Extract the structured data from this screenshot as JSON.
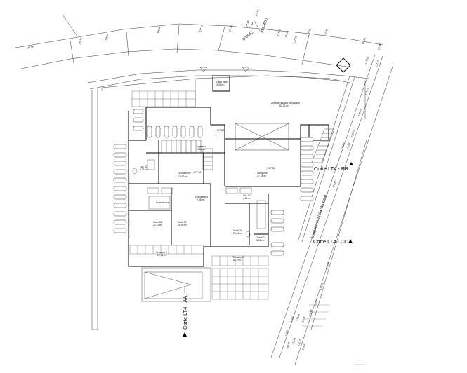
{
  "elevations": [
    {
      "id": "e1",
      "text": "176,56"
    },
    {
      "id": "e2",
      "text": "176,54"
    },
    {
      "id": "e3",
      "text": "176,67"
    },
    {
      "id": "e4",
      "text": "176,86"
    },
    {
      "id": "e5",
      "text": "177,15"
    },
    {
      "id": "e6",
      "text": "177,33"
    },
    {
      "id": "e7",
      "text": "177,48"
    },
    {
      "id": "e8",
      "text": "177,50"
    },
    {
      "id": "e9",
      "text": "177,61"
    },
    {
      "id": "e10",
      "text": "177,52"
    },
    {
      "id": "e11",
      "text": "177,71"
    },
    {
      "id": "e12",
      "text": "177,76"
    },
    {
      "id": "e13",
      "text": "177,79"
    },
    {
      "id": "e14",
      "text": "177,86"
    },
    {
      "id": "e15",
      "text": "177,82"
    },
    {
      "id": "e16",
      "text": "177,83"
    },
    {
      "id": "e17",
      "text": "177,42"
    },
    {
      "id": "e18",
      "text": "177,12"
    },
    {
      "id": "e19",
      "text": "176,29"
    },
    {
      "id": "e20",
      "text": "176,73"
    },
    {
      "id": "e21",
      "text": "176,52"
    },
    {
      "id": "e22",
      "text": "176,52"
    },
    {
      "id": "e23",
      "text": "176,50"
    },
    {
      "id": "e24",
      "text": "176,35"
    },
    {
      "id": "e25",
      "text": "176,19"
    },
    {
      "id": "e26",
      "text": "172,4"
    },
    {
      "id": "e27",
      "text": "172,58"
    },
    {
      "id": "e28",
      "text": "172,61"
    },
    {
      "id": "e29",
      "text": "172,56"
    },
    {
      "id": "e30",
      "text": "172,51"
    },
    {
      "id": "e31",
      "text": "172,52"
    },
    {
      "id": "e32",
      "text": "172,63"
    },
    {
      "id": "e33",
      "text": "170,24"
    },
    {
      "id": "e34",
      "text": "169,92"
    },
    {
      "id": "e35",
      "text": "172,71"
    }
  ],
  "parcel_labels": [
    {
      "id": "p1",
      "text": "3822600"
    },
    {
      "id": "p2",
      "text": "000055"
    },
    {
      "id": "p3",
      "text": "0"
    }
  ],
  "rooms": [
    {
      "id": "r1",
      "name": "Casa Vela",
      "area": "4,30 m²"
    },
    {
      "id": "r2",
      "name": "Zona terrazzata circostante",
      "area": "52,31 m²"
    },
    {
      "id": "r3",
      "name": "Circolazione",
      "area": "19,52 m²"
    },
    {
      "id": "r4",
      "name": "Ingresso",
      "area": "9,81 m²"
    },
    {
      "id": "r5",
      "name": "Lav. 02",
      "area": "2,31 m²"
    },
    {
      "id": "r6",
      "name": "Disimpegno",
      "area": "2,55 m²"
    },
    {
      "id": "r7",
      "name": "Giorgione",
      "area": "37,16 m²"
    },
    {
      "id": "r8",
      "name": "Lav. 01",
      "area": "4,81 m²"
    },
    {
      "id": "r9",
      "name": "Guardaroba",
      "area": ""
    },
    {
      "id": "r10",
      "name": "Suite 03",
      "area": "22,11 m²"
    },
    {
      "id": "r11",
      "name": "Suite 02",
      "area": "18,95 m²"
    },
    {
      "id": "r12",
      "name": "Suite 01",
      "area": "20,91 m²"
    },
    {
      "id": "r13",
      "name": "Closet 01",
      "area": "3,01 m²"
    },
    {
      "id": "r14",
      "name": "Terrazzo 1",
      "area": "12,01 m²"
    },
    {
      "id": "r15",
      "name": "Terrazzo 2",
      "area": "8,72 m²"
    }
  ],
  "levels": [
    {
      "id": "l1",
      "text": "+177,50"
    },
    {
      "id": "l2",
      "text": "+177,50"
    },
    {
      "id": "l3",
      "text": "+177,50"
    }
  ],
  "street_label": "Lungotevere (Via Venezia)",
  "sections": [
    {
      "id": "bb",
      "text": "Corte LT4 - BB"
    },
    {
      "id": "cc",
      "text": "Corte LT4 - CC"
    },
    {
      "id": "aa",
      "text": "Corte LT4 - AA"
    }
  ]
}
